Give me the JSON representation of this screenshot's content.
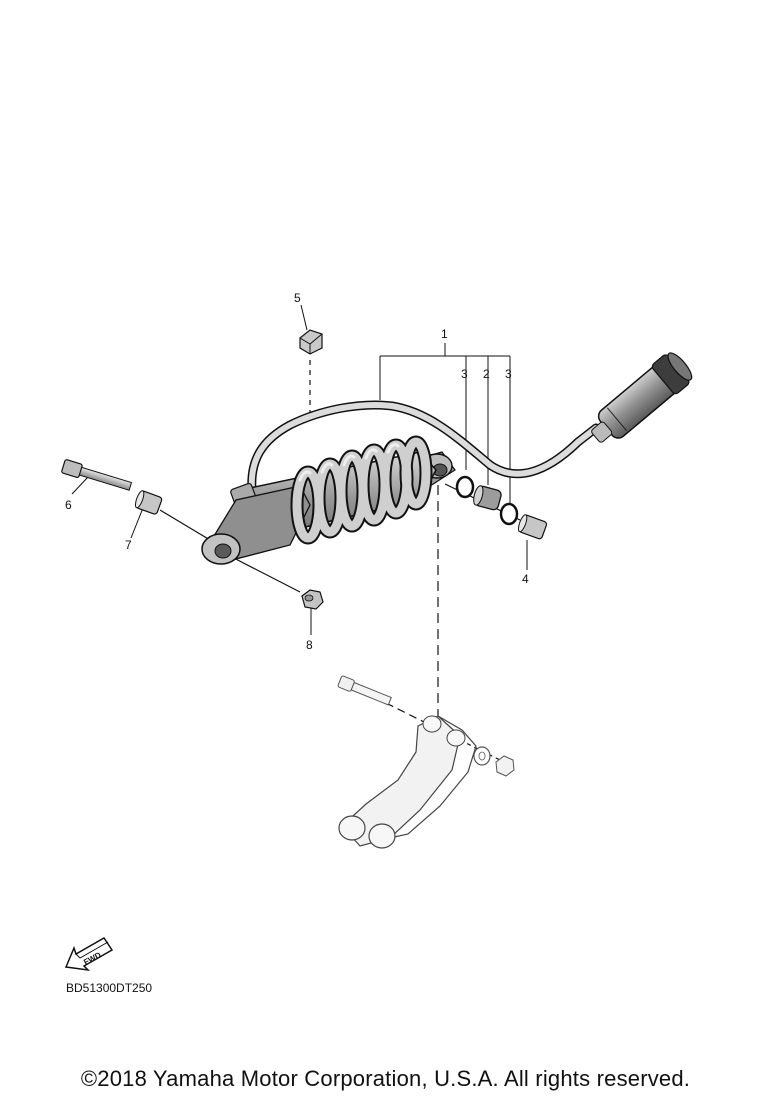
{
  "diagram": {
    "callouts": {
      "c1": "1",
      "c2": "2",
      "c3a": "3",
      "c3b": "3",
      "c4": "4",
      "c5": "5",
      "c6": "6",
      "c7": "7",
      "c8": "8"
    },
    "fwd_label": "FWD",
    "ref_code": "BD51300DT250"
  },
  "footer": {
    "copyright": "©2018 Yamaha Motor Corporation, U.S.A. All rights reserved."
  }
}
